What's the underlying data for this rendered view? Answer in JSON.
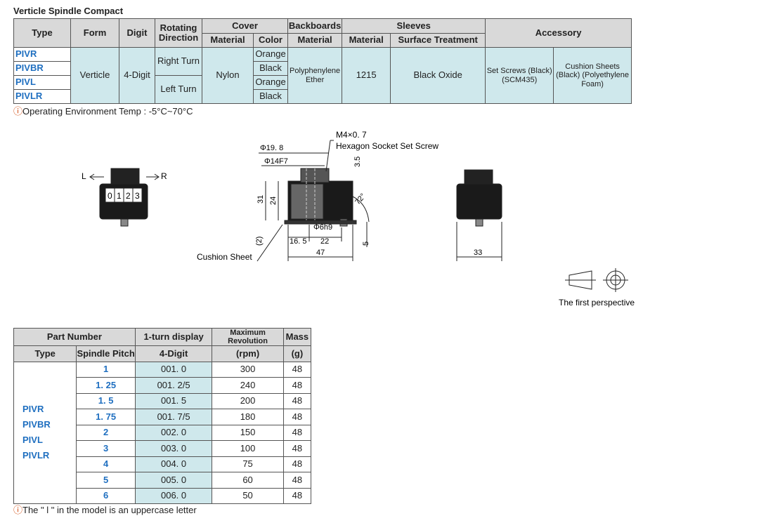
{
  "title": "Verticle Spindle Compact",
  "spec_table": {
    "headers": {
      "type": "Type",
      "form": "Form",
      "digit": "Digit",
      "rotating_direction": "Rotating Direction",
      "cover": "Cover",
      "backboards": "Backboards",
      "sleeves": "Sleeves",
      "accessory": "Accessory",
      "material": "Material",
      "color": "Color",
      "surface_treatment": "Surface Treatment"
    },
    "types": [
      "PIVR",
      "PIVBR",
      "PIVL",
      "PIVLR"
    ],
    "form": "Verticle",
    "digit": "4-Digit",
    "directions": [
      "Right Turn",
      "Left Turn"
    ],
    "cover_material": "Nylon",
    "colors": [
      "Orange",
      "Black",
      "Orange",
      "Black"
    ],
    "backboard_material": "Polyphenylene Ether",
    "sleeve_material": "1215",
    "surface_treatment": "Black Oxide",
    "accessory_1": "Set Screws (Black) (SCM435)",
    "accessory_2": "Cushion Sheets (Black) (Polyethylene Foam)"
  },
  "note_temp": "Operating Environment Temp : -5°C~70°C",
  "drawing": {
    "label_L": "L",
    "label_R": "R",
    "counter_digits": [
      "0",
      "1",
      "2",
      "3"
    ],
    "screw_label_1": "M4×0. 7",
    "screw_label_2": "Hexagon Socket Set Screw",
    "dim_phi198": "Φ19. 8",
    "dim_phi14": "Φ14F7",
    "dim_35": "3.5",
    "dim_31": "31",
    "dim_24": "24",
    "dim_72": "72°",
    "dim_2": "(2)",
    "dim_phi6": "Φ6h9",
    "dim_165": "16. 5",
    "dim_22": "22",
    "dim_47": "47",
    "dim_5": "5",
    "dim_33": "33",
    "cushion_label": "Cushion Sheet",
    "perspective_label": "The first perspective"
  },
  "parts_table": {
    "headers": {
      "part_number": "Part Number",
      "display": "1-turn display",
      "max_rev": "Maximum Revolution",
      "mass": "Mass",
      "type": "Type",
      "spindle_pitch": "Spindle Pitch",
      "digit4": "4-Digit",
      "rpm": "(rpm)",
      "g": "(g)"
    },
    "types": [
      "PIVR",
      "PIVBR",
      "PIVL",
      "PIVLR"
    ],
    "rows": [
      {
        "pitch": "1",
        "display": "001. 0",
        "rpm": "300",
        "mass": "48"
      },
      {
        "pitch": "1. 25",
        "display": "001. 2/5",
        "rpm": "240",
        "mass": "48"
      },
      {
        "pitch": "1. 5",
        "display": "001. 5",
        "rpm": "200",
        "mass": "48"
      },
      {
        "pitch": "1. 75",
        "display": "001. 7/5",
        "rpm": "180",
        "mass": "48"
      },
      {
        "pitch": "2",
        "display": "002. 0",
        "rpm": "150",
        "mass": "48"
      },
      {
        "pitch": "3",
        "display": "003. 0",
        "rpm": "100",
        "mass": "48"
      },
      {
        "pitch": "4",
        "display": "004. 0",
        "rpm": "75",
        "mass": "48"
      },
      {
        "pitch": "5",
        "display": "005. 0",
        "rpm": "60",
        "mass": "48"
      },
      {
        "pitch": "6",
        "display": "006. 0",
        "rpm": "50",
        "mass": "48"
      }
    ]
  },
  "note_letter": "The \" l \" in the model is an uppercase letter"
}
